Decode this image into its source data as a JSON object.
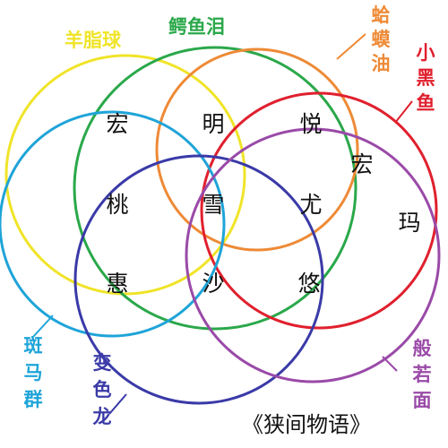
{
  "diagram": {
    "caption": "《狭间物语》",
    "groups": [
      {
        "name": "羊脂球",
        "color": "#f0e428"
      },
      {
        "name": "鳄鱼泪",
        "color": "#2aa84a"
      },
      {
        "name": "蛤蟆油",
        "color": "#ee8a36"
      },
      {
        "name": "小黑鱼",
        "color": "#e0202e"
      },
      {
        "name": "斑马群",
        "color": "#1fa4d8"
      },
      {
        "name": "变色龙",
        "color": "#3a3aa8"
      },
      {
        "name": "般若面",
        "color": "#9a4aa8"
      }
    ],
    "members": [
      "宏",
      "明",
      "悦",
      "宏",
      "桃",
      "雪",
      "尤",
      "玛",
      "惠",
      "沙",
      "悠"
    ]
  }
}
